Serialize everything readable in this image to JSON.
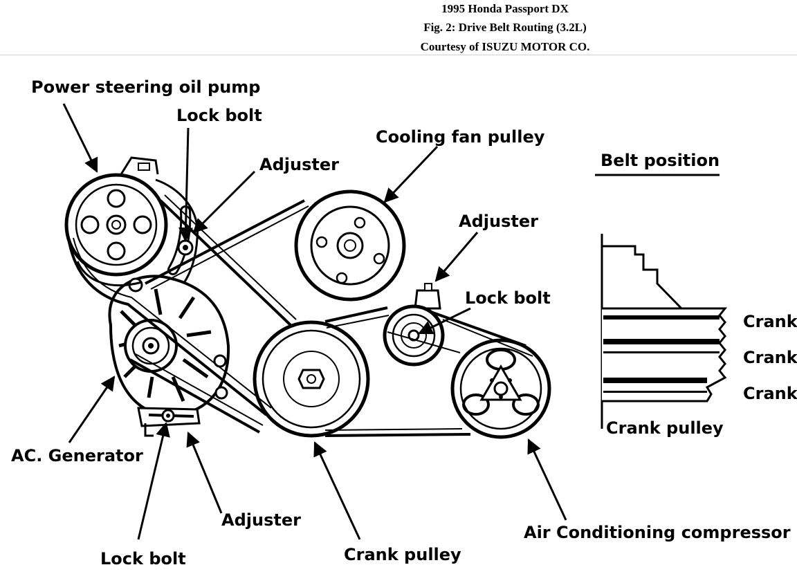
{
  "header": {
    "line1": "1995 Honda Passport DX",
    "line2": "Fig. 2: Drive Belt Routing (3.2L)",
    "line3": "Courtesy of ISUZU MOTOR CO."
  },
  "labels": {
    "power_steering_pump": "Power steering oil pump",
    "lock_bolt_top": "Lock bolt",
    "adjuster_top": "Adjuster",
    "cooling_fan_pulley": "Cooling fan pulley",
    "adjuster_right": "Adjuster",
    "lock_bolt_right": "Lock bolt",
    "ac_generator": "AC. Generator",
    "adjuster_bottom": "Adjuster",
    "lock_bolt_bottom": "Lock bolt",
    "crank_pulley": "Crank pulley",
    "ac_compressor": "Air Conditioning compressor"
  },
  "inset": {
    "title": "Belt position",
    "crank_label_1": "Crank,",
    "crank_label_2": "Crank;",
    "crank_label_3": "Crank;",
    "caption": "Crank pulley"
  },
  "colors": {
    "ink": "#000000",
    "paper": "#ffffff"
  }
}
